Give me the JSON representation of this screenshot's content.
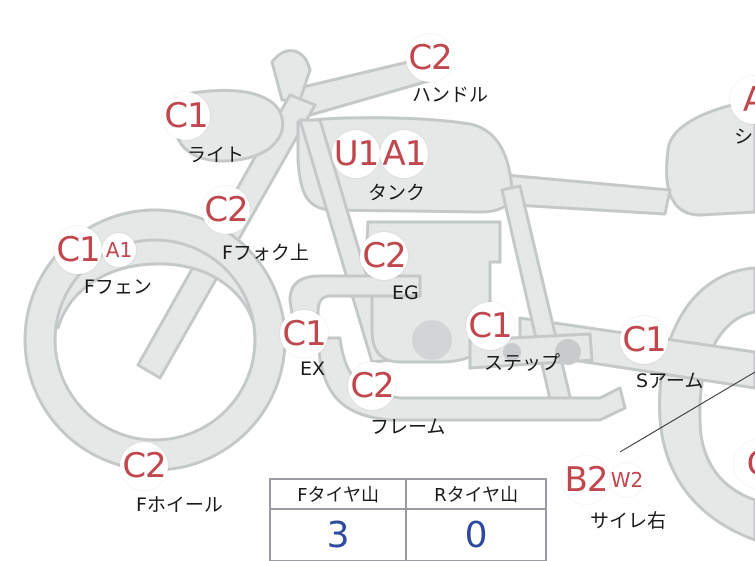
{
  "parts": [
    {
      "id": "handle",
      "codes": [
        "C2"
      ],
      "label": "ハンドル"
    },
    {
      "id": "light",
      "codes": [
        "C1"
      ],
      "label": "ライト"
    },
    {
      "id": "tank",
      "codes": [
        "U1",
        "A1"
      ],
      "label": "タンク"
    },
    {
      "id": "seat",
      "codes": [
        "A"
      ],
      "label": "シ"
    },
    {
      "id": "ffork-upper",
      "codes": [
        "C2"
      ],
      "label": "Fフォク上"
    },
    {
      "id": "ffender",
      "codes": [
        "C1",
        "A1"
      ],
      "label": "Fフェン"
    },
    {
      "id": "engine",
      "codes": [
        "C2"
      ],
      "label": "EG"
    },
    {
      "id": "exhaust",
      "codes": [
        "C1"
      ],
      "label": "EX"
    },
    {
      "id": "step",
      "codes": [
        "C1"
      ],
      "label": "ステップ"
    },
    {
      "id": "swingarm",
      "codes": [
        "C1"
      ],
      "label": "Sアーム"
    },
    {
      "id": "frame",
      "codes": [
        "C2"
      ],
      "label": "フレーム"
    },
    {
      "id": "fwheel",
      "codes": [
        "C2"
      ],
      "label": "Fホイール"
    },
    {
      "id": "silencer-r",
      "codes": [
        "B2",
        "W2"
      ],
      "label": "サイレ右"
    },
    {
      "id": "rwheel",
      "codes": [
        "C"
      ],
      "label": ""
    }
  ],
  "tyre_table": {
    "headers": [
      "Fタイヤ山",
      "Rタイヤ山"
    ],
    "values": [
      "3",
      "0"
    ]
  },
  "colors": {
    "badge_text": "#c0474e",
    "table_value": "#2e4a9e",
    "bike_fill": "#e6e8e8",
    "bike_stroke": "#c4c8c8"
  }
}
